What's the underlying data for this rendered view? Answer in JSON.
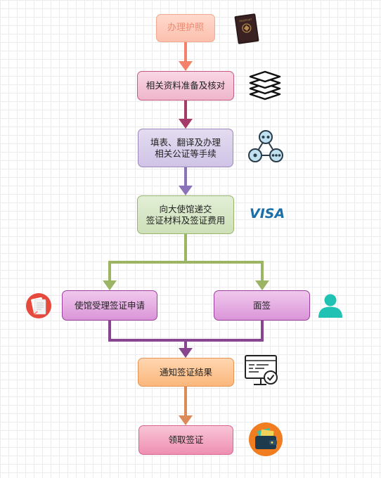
{
  "nodes": {
    "passport": "办理护照",
    "prepare": "相关资料准备及核对",
    "fill_line1": "填表、翻译及办理",
    "fill_line2": "相关公证等手续",
    "submit_line1": "向大使馆递交",
    "submit_line2": "签证材料及签证费用",
    "accept": "使馆受理签证申请",
    "interview": "面签",
    "notify": "通知签证结果",
    "collect": "领取签证"
  },
  "icons": {
    "passport": "passport-icon",
    "prepare": "stacked-layers-icon",
    "fill": "network-nodes-icon",
    "submit": "visa-logo",
    "accept": "document-icon",
    "interview": "person-icon",
    "notify": "monitor-check-icon",
    "collect": "wallet-icon"
  },
  "visa_text": "VISA",
  "passport_cover_text": "PASSPORT",
  "colors": {
    "arrow_passport": "#f3826b",
    "arrow_prepare": "#a43b68",
    "arrow_fill": "#8a73b8",
    "connector_green": "#9bb565",
    "connector_purple": "#87468f",
    "arrow_notify": "#db8b59"
  }
}
